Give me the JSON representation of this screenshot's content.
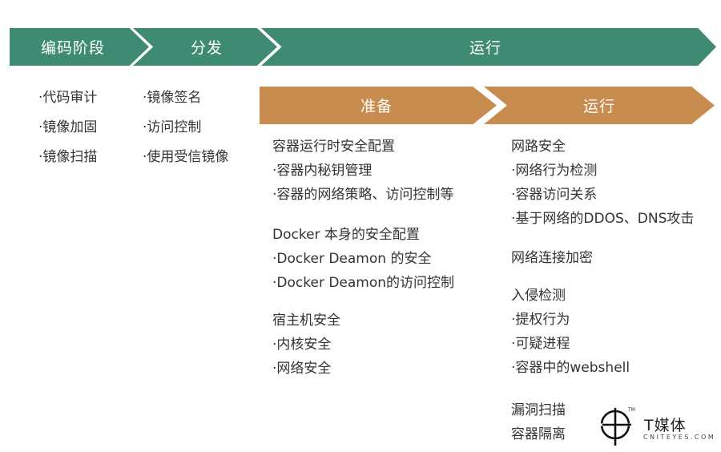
{
  "stages": {
    "coding": "编码阶段",
    "distribute": "分发",
    "run": "运行"
  },
  "substages": {
    "prepare": "准备",
    "run": "运行"
  },
  "coding_items": [
    "·代码审计",
    "·镜像加固",
    "·镜像扫描"
  ],
  "distribute_items": [
    "·镜像签名",
    "·访问控制",
    "·使用受信镜像"
  ],
  "prepare_groups": [
    {
      "title": "容器运行时安全配置",
      "items": [
        "·容器内秘钥管理",
        "·容器的网络策略、访问控制等"
      ]
    },
    {
      "title": "Docker 本身的安全配置",
      "items": [
        "·Docker Deamon 的安全",
        "·Docker Deamon的访问控制"
      ]
    },
    {
      "title": "宿主机安全",
      "items": [
        "·内核安全",
        "·网络安全"
      ]
    }
  ],
  "run_groups": [
    {
      "title": "网路安全",
      "items": [
        "·网络行为检测",
        "·容器访问关系",
        "·基于网络的DDOS、DNS攻击"
      ]
    },
    {
      "title": "网络连接加密",
      "items": []
    },
    {
      "title": "入侵检测",
      "items": [
        "·提权行为",
        "·可疑进程",
        "·容器中的webshell"
      ]
    },
    {
      "title": "漏洞扫描",
      "items": []
    },
    {
      "title": "容器隔离",
      "items": []
    }
  ],
  "logo": {
    "name": "T媒体",
    "url": "CNITEYES.COM",
    "tm": "TM"
  },
  "colors": {
    "green": "#3f8a72",
    "orange": "#c88c4f"
  }
}
